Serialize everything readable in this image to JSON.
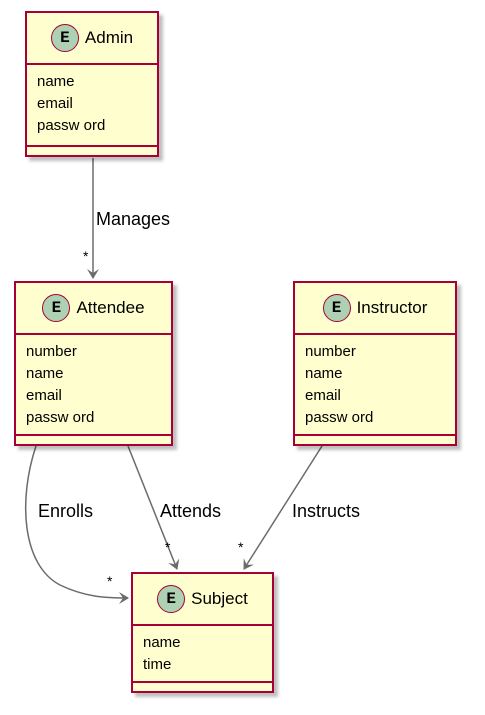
{
  "colors": {
    "fill": "#fefece",
    "border": "#a80036",
    "badge": "#add1b2",
    "edge": "#6b6b6b"
  },
  "entities": {
    "admin": {
      "badge": "E",
      "title": "Admin",
      "attrs": [
        "name",
        "email",
        "passw ord"
      ]
    },
    "attendee": {
      "badge": "E",
      "title": "Attendee",
      "attrs": [
        "number",
        "name",
        "email",
        "passw ord"
      ]
    },
    "instructor": {
      "badge": "E",
      "title": "Instructor",
      "attrs": [
        "number",
        "name",
        "email",
        "passw ord"
      ]
    },
    "subject": {
      "badge": "E",
      "title": "Subject",
      "attrs": [
        "name",
        "time"
      ]
    }
  },
  "relations": {
    "manages": {
      "label": "Manages",
      "multiplicity": "*"
    },
    "enrolls": {
      "label": "Enrolls",
      "multiplicity": "*"
    },
    "attends": {
      "label": "Attends",
      "multiplicity": "*"
    },
    "instructs": {
      "label": "Instructs",
      "multiplicity": "*"
    }
  }
}
